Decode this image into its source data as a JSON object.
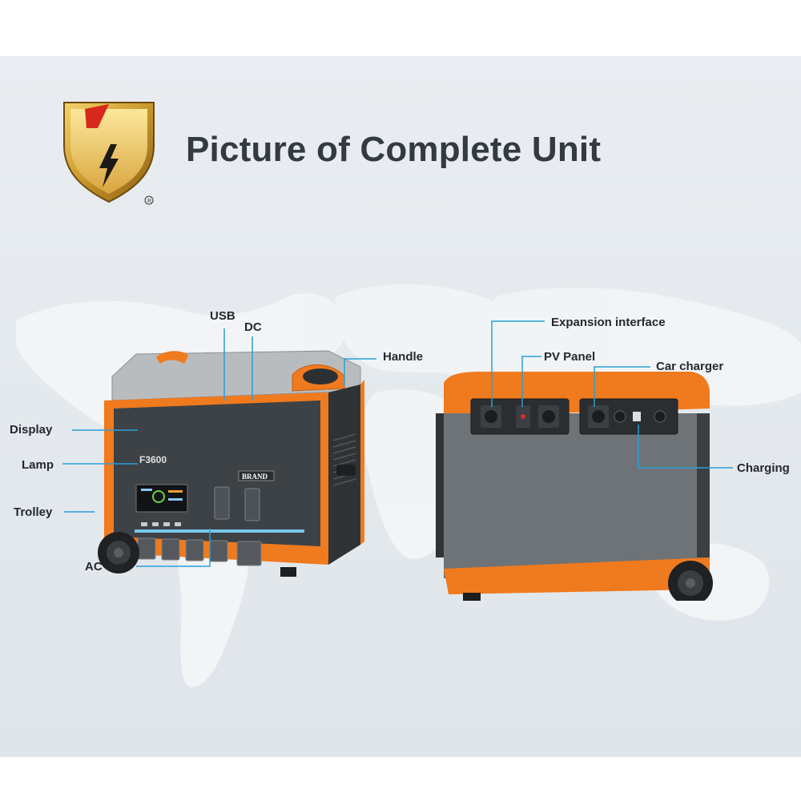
{
  "page": {
    "title": "Picture of Complete Unit"
  },
  "logo": {
    "name": "shield-bolt-logo"
  },
  "front_unit": {
    "model_label": "F3600",
    "brand_badge": "BRAND"
  },
  "callouts": {
    "usb": "USB",
    "dc": "DC",
    "handle": "Handle",
    "display": "Display",
    "lamp": "Lamp",
    "trolley": "Trolley",
    "ac_out": "AC out",
    "expansion_interface": "Expansion interface",
    "pv_panel": "PV Panel",
    "car_charger": "Car charger",
    "charging": "Charging"
  },
  "colors": {
    "accent_orange": "#f07a1e",
    "body_dark": "#3d4246",
    "body_grey": "#6e7378",
    "callout_line": "#2a9fd6",
    "title_text": "#333a40"
  }
}
